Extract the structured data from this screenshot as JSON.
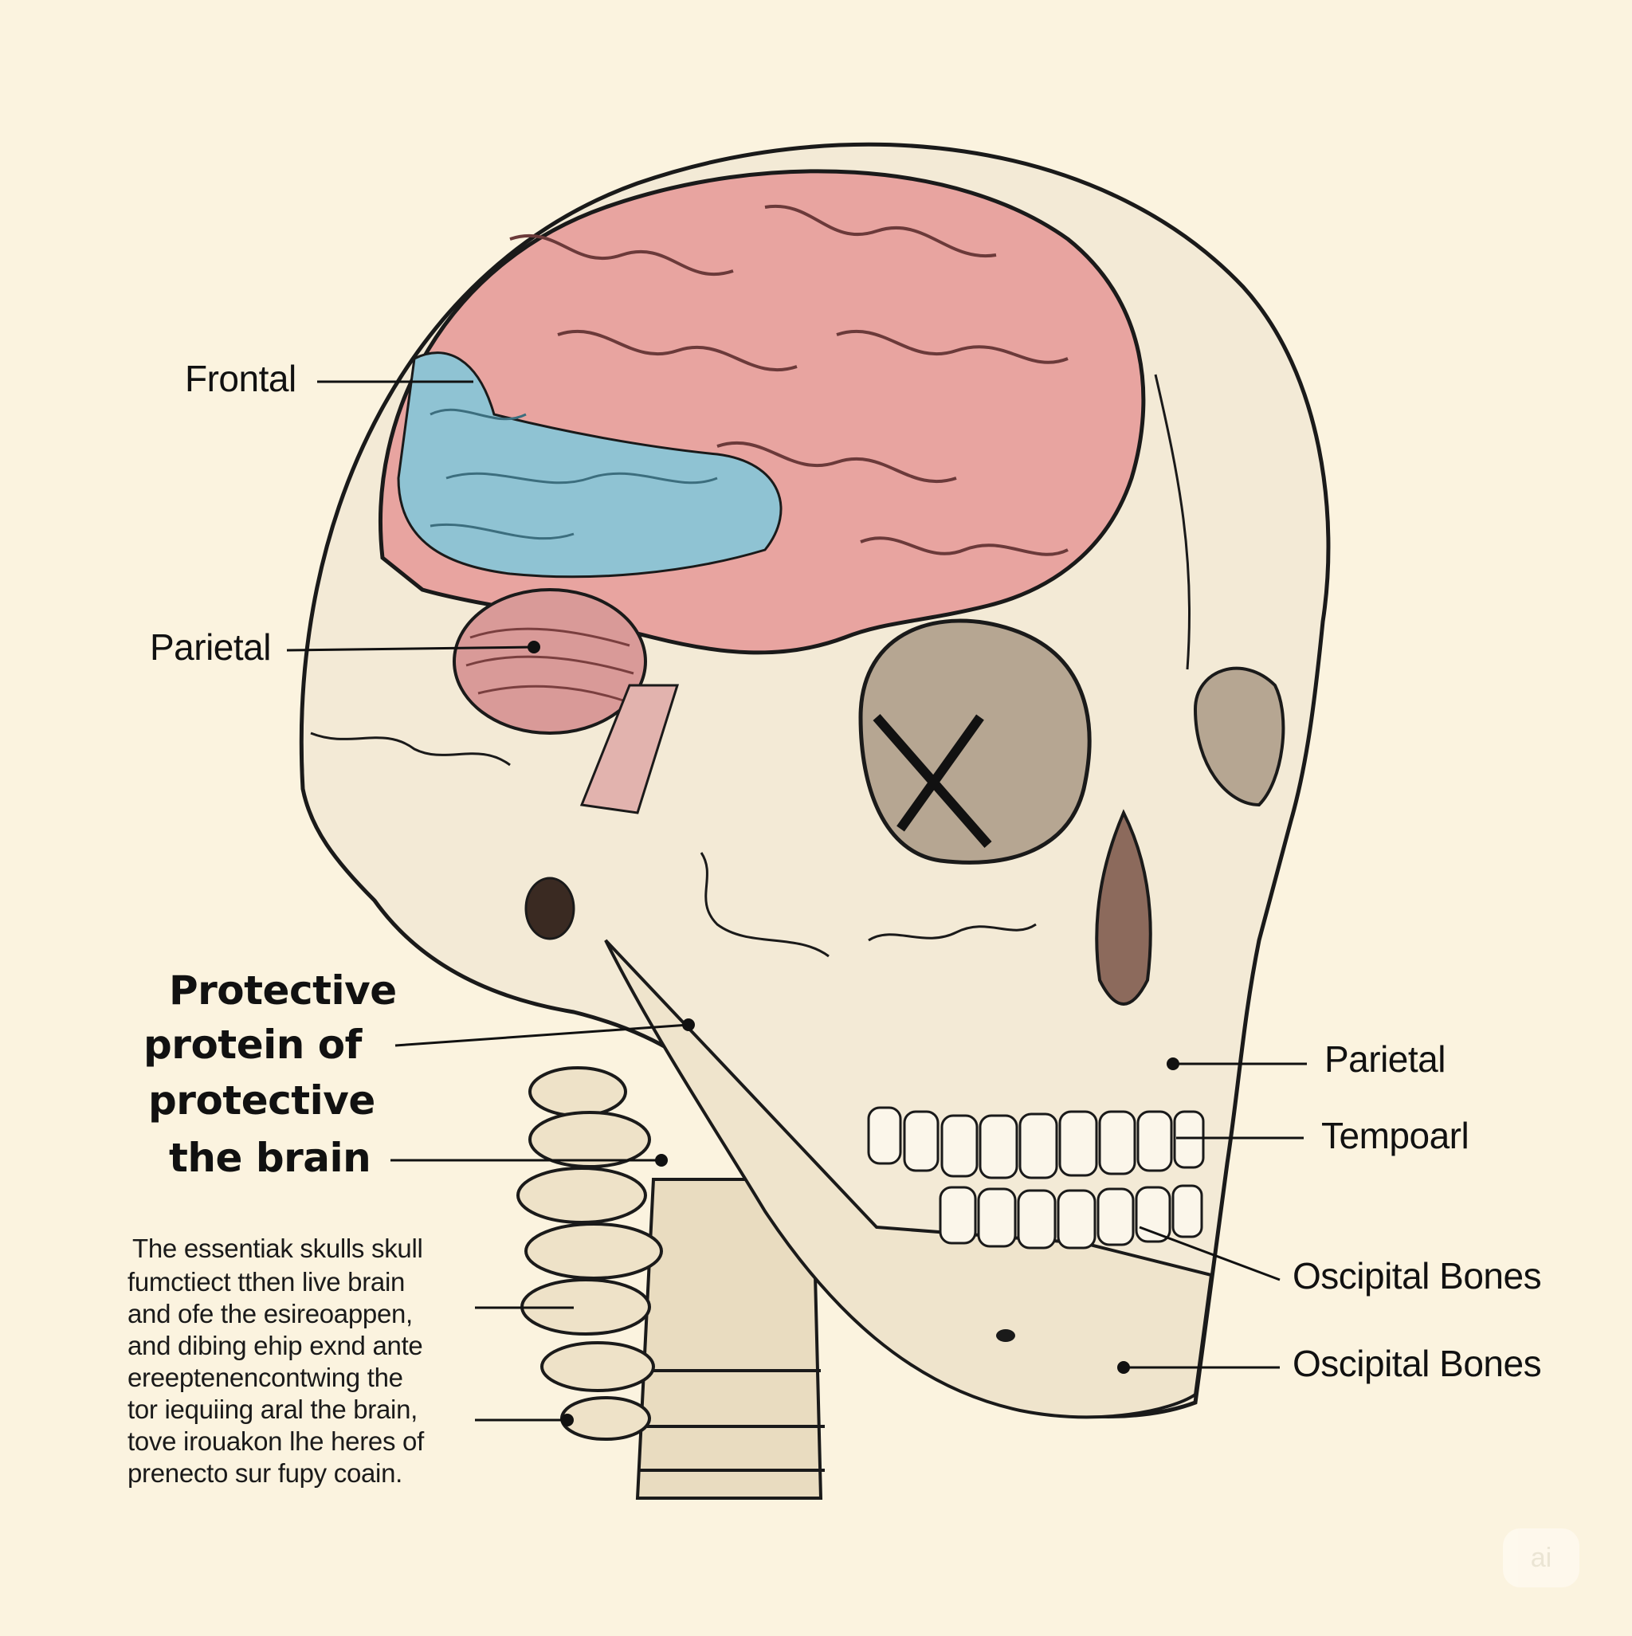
{
  "labels": {
    "frontal": "Frontal",
    "parietal_left": "Parietal",
    "parietal_right": "Parietal",
    "temporal_right": "Tempoarl",
    "occipital_1": "Oscipital Bones",
    "occipital_2": "Oscipital Bones"
  },
  "title_lines": [
    "Protective",
    "protein of",
    "protective",
    "the brain"
  ],
  "body_lines": [
    "The essentiak skulls skull",
    "fumctiect tthen live brain",
    "and ofe the esireoappen,",
    "and dibing ehip exnd ante",
    "ereeptenencontwing the",
    "tor iequiing aral the brain,",
    "tove irouakon lhe heres of",
    "prenecto sur fupy coain."
  ],
  "colors": {
    "background": "#fbf3df",
    "bone": "#f3ead6",
    "outline": "#1a1a1a",
    "brain_pink": "#e8a4a0",
    "brain_blue": "#8fc3d3"
  },
  "watermark": "ai"
}
